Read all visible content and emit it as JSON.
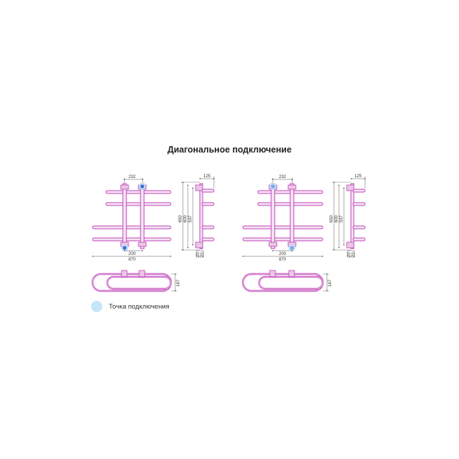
{
  "title": "Диагональное подключение",
  "legend": {
    "label": "Точка подключения"
  },
  "colors": {
    "pipe": "#c040b8",
    "pipe_fill": "#f4e6f3",
    "connection": "#3b6fd6",
    "connection_glow": "#b9e1f7",
    "dimension": "#555555"
  },
  "variants": [
    {
      "name": "",
      "dimensions": {
        "top_spacing": "232",
        "depth": "125",
        "height_total": "650",
        "height_mid": "600",
        "height_inner": "537",
        "bottom_spacing": "200",
        "width_total": "870",
        "bottom_depth": "167",
        "side_small": "20"
      }
    },
    {
      "name": "",
      "dimensions": {
        "top_spacing": "232",
        "depth": "125",
        "height_total": "650",
        "height_mid": "600",
        "height_inner": "537",
        "bottom_spacing": "200",
        "width_total": "870",
        "bottom_depth": "167",
        "side_small": "20"
      }
    }
  ]
}
